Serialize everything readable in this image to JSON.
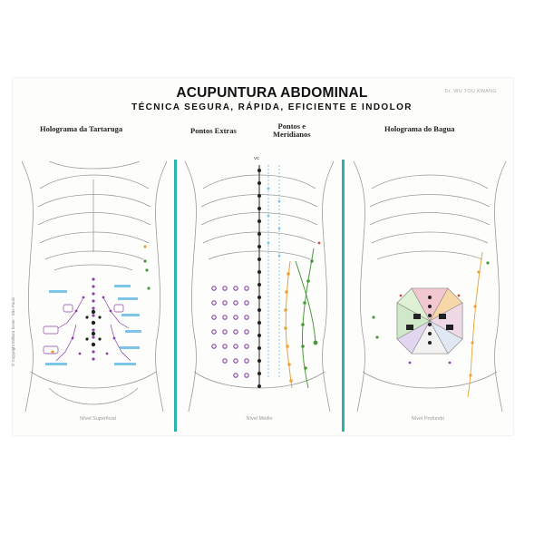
{
  "poster": {
    "title": "ACUPUNTURA ABDOMINAL",
    "subtitle": "TÉCNICA SEGURA, RÁPIDA, EFICIENTE E INDOLOR",
    "author": "Dr. WU TOU KWANG",
    "copyright": "© Copyright Editora Ícone · São Paulo"
  },
  "panels": [
    {
      "title": "Holograma da Tartaruga",
      "level": "Nível Superficial"
    },
    {
      "title": "Pontos Extras",
      "level": "Nível Médio",
      "meridian_title_line1": "Pontos e",
      "meridian_title_line2": "Meridianos",
      "axis_label": "VC"
    },
    {
      "title": "Holograma do Bagua",
      "level": "Nível Profundo"
    }
  ],
  "colors": {
    "accent_teal": "#2bb5a8",
    "purple": "#8b3fa8",
    "black_points": "#222222",
    "orange": "#e8a23a",
    "green": "#4a9a3a",
    "light_blue": "#7cc4e8",
    "red": "#d84a3a"
  }
}
